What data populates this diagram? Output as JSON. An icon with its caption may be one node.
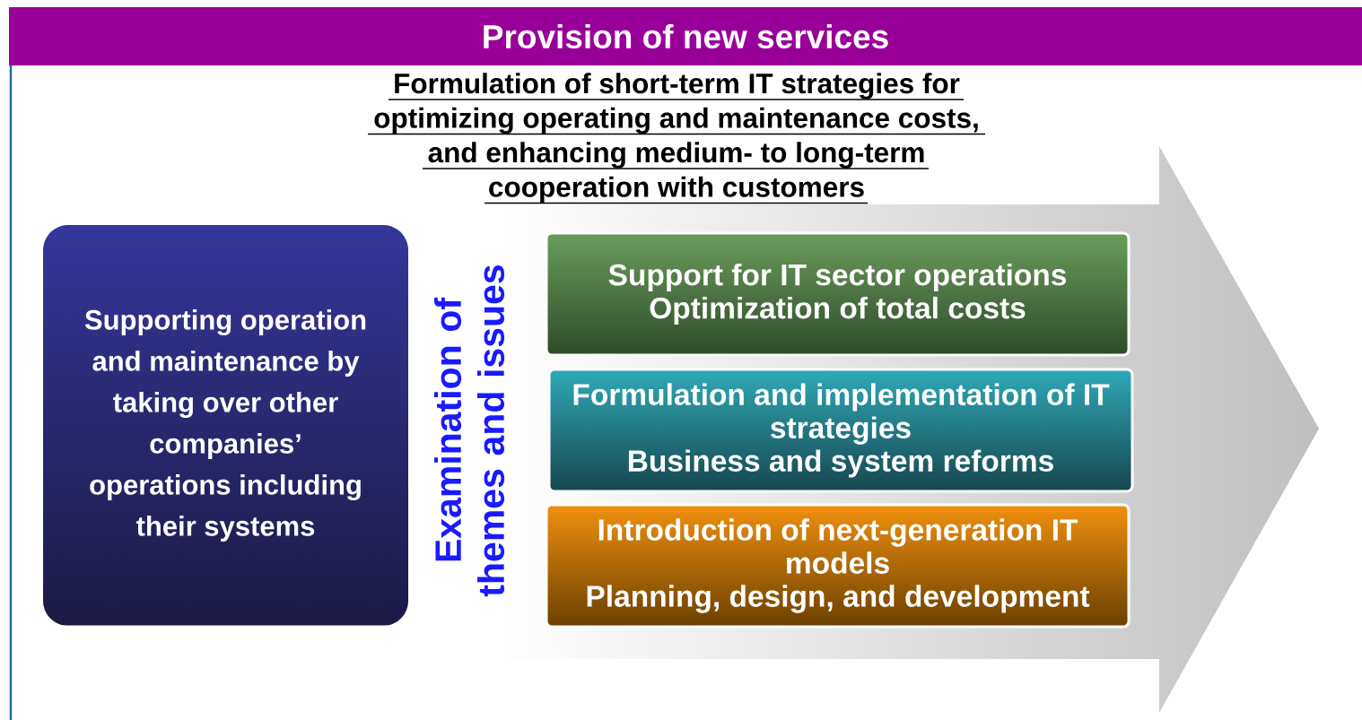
{
  "diagram": {
    "title": "Provision of new services",
    "nodes": [
      {
        "text": [
          "Supporting operation and maintenance by taking over other companies’ operations including their systems"
        ]
      },
      {
        "text": [
          "Support for IT sector operations",
          "Optimization of total costs"
        ]
      },
      {
        "text": [
          "Formulation and implementation of IT strategies",
          "Business and system reforms"
        ]
      },
      {
        "text": [
          "Introduction of next-generation IT models",
          "Planning, design, and development"
        ]
      }
    ],
    "labels": [
      "Formulation of short-term IT strategies for optimizing operating and maintenance costs, and enhancing medium- to long-term cooperation with customers",
      "Examination of themes and issues"
    ]
  }
}
